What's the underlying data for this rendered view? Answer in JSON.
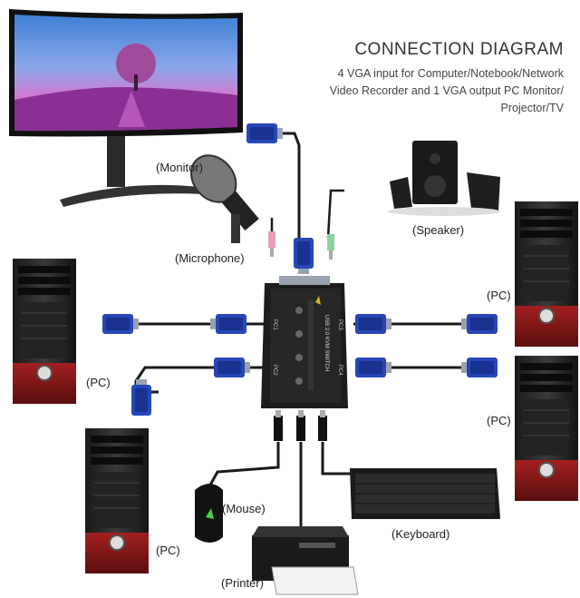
{
  "title": "CONNECTION DIAGRAM",
  "subtitle_lines": [
    "4 VGA input for Computer/Notebook/Network",
    "Video Recorder and 1 VGA output PC Monitor/",
    "Projector/TV"
  ],
  "labels": {
    "monitor": "(Monitor)",
    "microphone": "(Microphone)",
    "speaker": "(Speaker)",
    "pc_left": "(PC)",
    "pc_bottom_left": "(PC)",
    "pc_right_top": "(PC)",
    "pc_right_bottom": "(PC)",
    "mouse": "(Mouse)",
    "keyboard": "(Keyboard)",
    "printer": "(Printer)"
  },
  "switch": {
    "label": "USB 2.0 KVM SWITCH",
    "port_labels": [
      "PC1",
      "PC2",
      "PC3",
      "PC4"
    ]
  },
  "colors": {
    "vga_blue": "#2747b8",
    "pc_red": "#8a1a1a",
    "cable": "#1a1a1a",
    "audio_pink": "#e8a0b0",
    "audio_green": "#8fd0a0"
  }
}
